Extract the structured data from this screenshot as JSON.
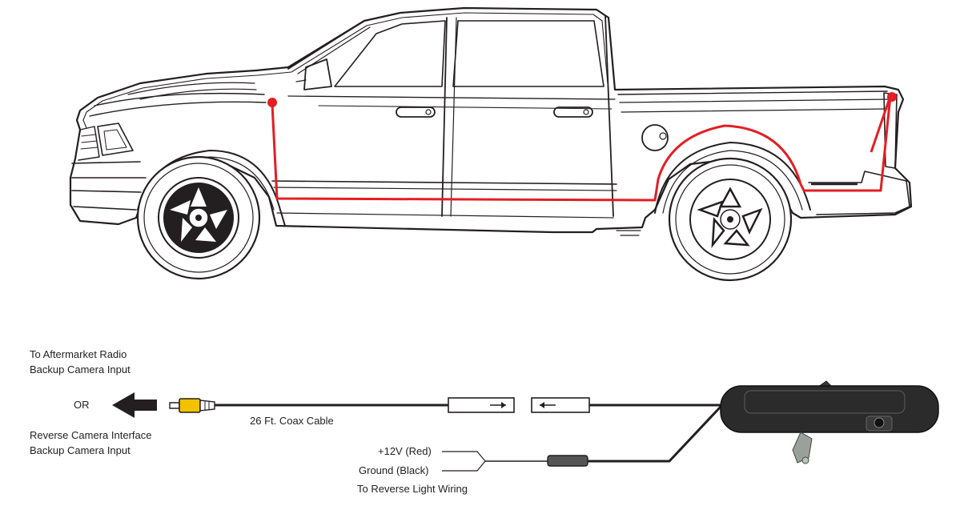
{
  "labels": {
    "radio_line1": "To Aftermarket Radio",
    "radio_line2": "Backup Camera Input",
    "or": "OR",
    "interface_line1": "Reverse Camera Interface",
    "interface_line2": "Backup Camera Input",
    "coax": "26 Ft. Coax Cable",
    "red_wire": "+12V (Red)",
    "black_wire": "Ground (Black)",
    "reverse_light": "To Reverse Light Wiring"
  },
  "colors": {
    "route": "#e31e24",
    "outline": "#231f20",
    "rca_yellow": "#f2c200",
    "camera_body": "#2b2b2b"
  }
}
